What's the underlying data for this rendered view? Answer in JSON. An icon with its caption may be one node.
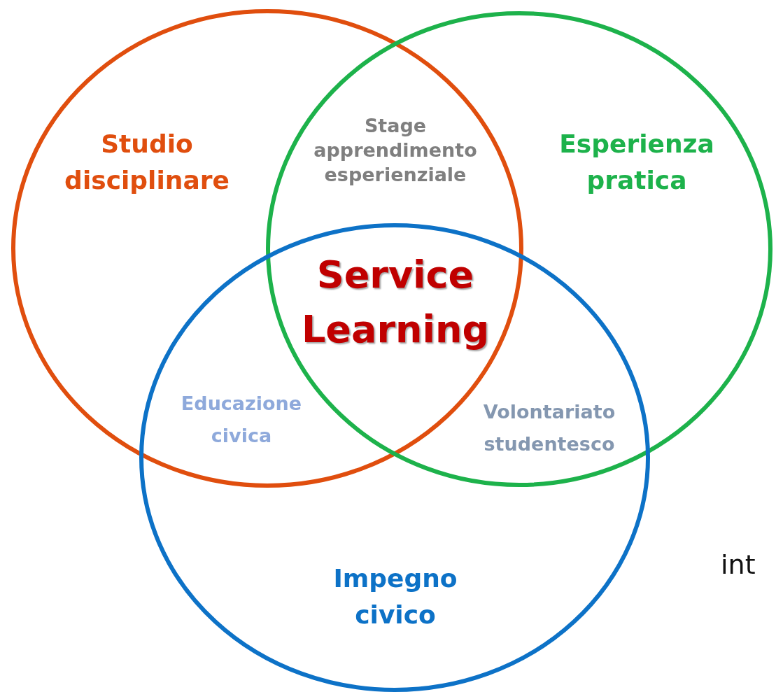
{
  "diagram": {
    "nodes": [
      {
        "text": [
          "Studio disciplinare"
        ]
      },
      {
        "text": [
          "Esperienza pratica"
        ]
      },
      {
        "text": [
          "Impegno civico"
        ]
      }
    ],
    "edges": [],
    "labels": [
      "Stage apprendimento esperienziale",
      "Service Learning",
      "Educazione civica",
      "Volontariato studentesco",
      "int"
    ]
  }
}
